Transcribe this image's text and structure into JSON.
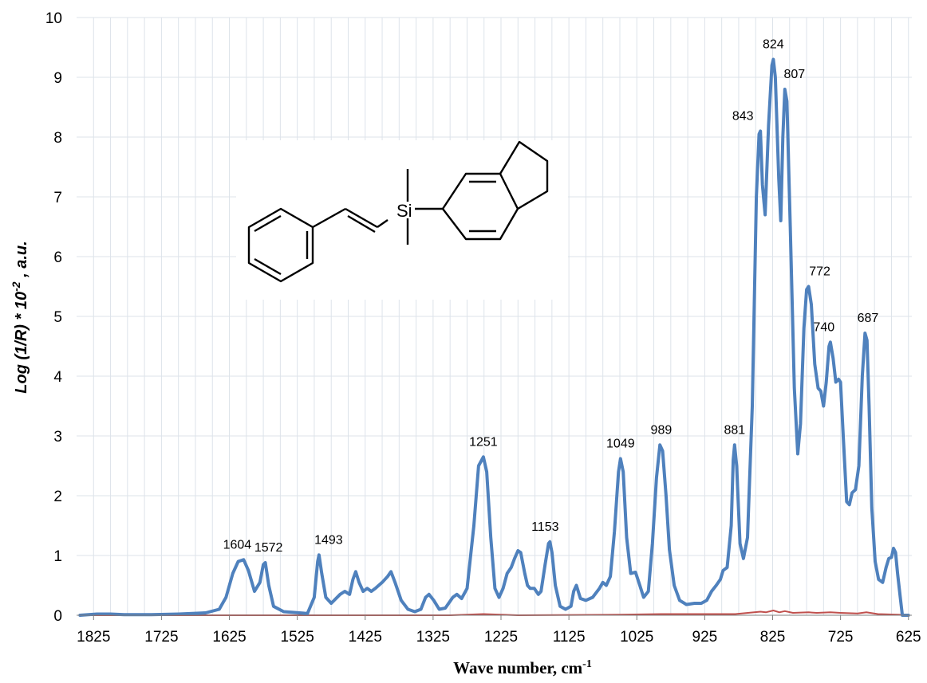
{
  "chart_data": {
    "type": "line",
    "title": "",
    "xlabel": "Wave number, cm",
    "xlabel_superscript": "-1",
    "ylabel": "Log (1/R) * 10",
    "ylabel_superscript": "-2",
    "ylabel_suffix": " , a.u.",
    "xlim": [
      1850,
      620
    ],
    "ylim": [
      0,
      10
    ],
    "x_reversed": true,
    "grid": true,
    "x_ticks": [
      1825,
      1725,
      1625,
      1525,
      1425,
      1325,
      1225,
      1125,
      1025,
      925,
      825,
      725,
      625
    ],
    "y_ticks": [
      0,
      1,
      2,
      3,
      4,
      5,
      6,
      7,
      8,
      9,
      10
    ],
    "colors": {
      "series_main": "#4f81bd",
      "series_baseline": "#c0504d"
    },
    "peak_labels": [
      {
        "text": "1604",
        "x": 1604,
        "y": 0.93
      },
      {
        "text": "1572",
        "x": 1572,
        "y": 0.88
      },
      {
        "text": "1493",
        "x": 1493,
        "y": 1.01
      },
      {
        "text": "1251",
        "x": 1251,
        "y": 2.65
      },
      {
        "text": "1153",
        "x": 1153,
        "y": 1.23
      },
      {
        "text": "1049",
        "x": 1049,
        "y": 2.62
      },
      {
        "text": "989",
        "x": 989,
        "y": 2.85
      },
      {
        "text": "881",
        "x": 881,
        "y": 2.85
      },
      {
        "text": "843",
        "x": 843,
        "y": 8.1
      },
      {
        "text": "824",
        "x": 824,
        "y": 9.3
      },
      {
        "text": "807",
        "x": 807,
        "y": 8.8
      },
      {
        "text": "772",
        "x": 772,
        "y": 5.5
      },
      {
        "text": "740",
        "x": 740,
        "y": 4.57
      },
      {
        "text": "687",
        "x": 687,
        "y": 4.72
      }
    ],
    "series": [
      {
        "points": [
          [
            1845,
            0.0
          ],
          [
            1820,
            0.02
          ],
          [
            1800,
            0.02
          ],
          [
            1780,
            0.01
          ],
          [
            1740,
            0.01
          ],
          [
            1700,
            0.02
          ],
          [
            1660,
            0.04
          ],
          [
            1640,
            0.1
          ],
          [
            1630,
            0.3
          ],
          [
            1620,
            0.7
          ],
          [
            1612,
            0.9
          ],
          [
            1604,
            0.93
          ],
          [
            1597,
            0.75
          ],
          [
            1588,
            0.4
          ],
          [
            1580,
            0.55
          ],
          [
            1575,
            0.85
          ],
          [
            1572,
            0.88
          ],
          [
            1567,
            0.5
          ],
          [
            1560,
            0.15
          ],
          [
            1545,
            0.06
          ],
          [
            1510,
            0.03
          ],
          [
            1500,
            0.3
          ],
          [
            1495,
            0.9
          ],
          [
            1493,
            1.01
          ],
          [
            1489,
            0.7
          ],
          [
            1483,
            0.3
          ],
          [
            1475,
            0.2
          ],
          [
            1462,
            0.35
          ],
          [
            1455,
            0.4
          ],
          [
            1448,
            0.35
          ],
          [
            1443,
            0.6
          ],
          [
            1439,
            0.73
          ],
          [
            1434,
            0.55
          ],
          [
            1428,
            0.4
          ],
          [
            1422,
            0.45
          ],
          [
            1416,
            0.4
          ],
          [
            1410,
            0.45
          ],
          [
            1400,
            0.55
          ],
          [
            1392,
            0.65
          ],
          [
            1387,
            0.73
          ],
          [
            1381,
            0.55
          ],
          [
            1372,
            0.25
          ],
          [
            1362,
            0.1
          ],
          [
            1352,
            0.06
          ],
          [
            1343,
            0.1
          ],
          [
            1336,
            0.3
          ],
          [
            1331,
            0.35
          ],
          [
            1324,
            0.25
          ],
          [
            1316,
            0.1
          ],
          [
            1307,
            0.12
          ],
          [
            1296,
            0.3
          ],
          [
            1290,
            0.35
          ],
          [
            1283,
            0.28
          ],
          [
            1275,
            0.45
          ],
          [
            1265,
            1.5
          ],
          [
            1258,
            2.5
          ],
          [
            1251,
            2.65
          ],
          [
            1246,
            2.4
          ],
          [
            1240,
            1.3
          ],
          [
            1234,
            0.45
          ],
          [
            1228,
            0.3
          ],
          [
            1222,
            0.45
          ],
          [
            1216,
            0.7
          ],
          [
            1210,
            0.8
          ],
          [
            1205,
            0.95
          ],
          [
            1200,
            1.08
          ],
          [
            1196,
            1.05
          ],
          [
            1190,
            0.7
          ],
          [
            1186,
            0.5
          ],
          [
            1182,
            0.45
          ],
          [
            1176,
            0.45
          ],
          [
            1170,
            0.35
          ],
          [
            1166,
            0.4
          ],
          [
            1160,
            0.85
          ],
          [
            1155,
            1.2
          ],
          [
            1153,
            1.23
          ],
          [
            1150,
            1.05
          ],
          [
            1145,
            0.5
          ],
          [
            1138,
            0.15
          ],
          [
            1130,
            0.1
          ],
          [
            1122,
            0.15
          ],
          [
            1118,
            0.4
          ],
          [
            1114,
            0.5
          ],
          [
            1108,
            0.28
          ],
          [
            1100,
            0.25
          ],
          [
            1090,
            0.3
          ],
          [
            1080,
            0.45
          ],
          [
            1075,
            0.55
          ],
          [
            1070,
            0.5
          ],
          [
            1064,
            0.65
          ],
          [
            1058,
            1.4
          ],
          [
            1052,
            2.4
          ],
          [
            1049,
            2.62
          ],
          [
            1045,
            2.4
          ],
          [
            1040,
            1.3
          ],
          [
            1034,
            0.7
          ],
          [
            1027,
            0.72
          ],
          [
            1022,
            0.55
          ],
          [
            1015,
            0.3
          ],
          [
            1008,
            0.4
          ],
          [
            1002,
            1.2
          ],
          [
            996,
            2.3
          ],
          [
            991,
            2.85
          ],
          [
            987,
            2.75
          ],
          [
            982,
            2.0
          ],
          [
            977,
            1.1
          ],
          [
            970,
            0.5
          ],
          [
            962,
            0.25
          ],
          [
            952,
            0.18
          ],
          [
            940,
            0.2
          ],
          [
            930,
            0.2
          ],
          [
            922,
            0.25
          ],
          [
            915,
            0.4
          ],
          [
            908,
            0.5
          ],
          [
            902,
            0.6
          ],
          [
            898,
            0.75
          ],
          [
            892,
            0.8
          ],
          [
            886,
            1.5
          ],
          [
            883,
            2.6
          ],
          [
            881,
            2.85
          ],
          [
            878,
            2.5
          ],
          [
            873,
            1.2
          ],
          [
            868,
            0.95
          ],
          [
            862,
            1.3
          ],
          [
            855,
            3.5
          ],
          [
            849,
            7.0
          ],
          [
            845,
            8.05
          ],
          [
            843,
            8.1
          ],
          [
            840,
            7.2
          ],
          [
            836,
            6.7
          ],
          [
            831,
            8.2
          ],
          [
            826,
            9.2
          ],
          [
            824,
            9.3
          ],
          [
            821,
            9.0
          ],
          [
            816,
            7.3
          ],
          [
            813,
            6.6
          ],
          [
            810,
            8.0
          ],
          [
            807,
            8.8
          ],
          [
            804,
            8.6
          ],
          [
            799,
            6.5
          ],
          [
            793,
            3.8
          ],
          [
            788,
            2.7
          ],
          [
            784,
            3.2
          ],
          [
            779,
            4.8
          ],
          [
            775,
            5.45
          ],
          [
            772,
            5.5
          ],
          [
            768,
            5.2
          ],
          [
            763,
            4.2
          ],
          [
            758,
            3.8
          ],
          [
            754,
            3.75
          ],
          [
            750,
            3.5
          ],
          [
            746,
            3.9
          ],
          [
            742,
            4.5
          ],
          [
            740,
            4.57
          ],
          [
            736,
            4.3
          ],
          [
            732,
            3.9
          ],
          [
            728,
            3.95
          ],
          [
            725,
            3.9
          ],
          [
            721,
            3.0
          ],
          [
            716,
            1.9
          ],
          [
            712,
            1.85
          ],
          [
            708,
            2.05
          ],
          [
            703,
            2.1
          ],
          [
            698,
            2.5
          ],
          [
            693,
            4.0
          ],
          [
            689,
            4.72
          ],
          [
            686,
            4.6
          ],
          [
            683,
            3.5
          ],
          [
            679,
            1.8
          ],
          [
            674,
            0.9
          ],
          [
            669,
            0.6
          ],
          [
            663,
            0.55
          ],
          [
            658,
            0.8
          ],
          [
            654,
            0.95
          ],
          [
            650,
            0.97
          ],
          [
            647,
            1.12
          ],
          [
            644,
            1.05
          ],
          [
            641,
            0.7
          ],
          [
            637,
            0.3
          ],
          [
            634,
            0.0
          ],
          [
            625,
            0.0
          ]
        ]
      },
      {
        "points": [
          [
            1845,
            0.0
          ],
          [
            1700,
            0.0
          ],
          [
            1500,
            0.0
          ],
          [
            1300,
            0.0
          ],
          [
            1251,
            0.02
          ],
          [
            1200,
            0.0
          ],
          [
            1050,
            0.01
          ],
          [
            989,
            0.02
          ],
          [
            900,
            0.02
          ],
          [
            880,
            0.02
          ],
          [
            843,
            0.06
          ],
          [
            835,
            0.05
          ],
          [
            824,
            0.08
          ],
          [
            815,
            0.05
          ],
          [
            807,
            0.07
          ],
          [
            795,
            0.04
          ],
          [
            772,
            0.05
          ],
          [
            760,
            0.04
          ],
          [
            740,
            0.05
          ],
          [
            725,
            0.04
          ],
          [
            700,
            0.03
          ],
          [
            687,
            0.05
          ],
          [
            670,
            0.02
          ],
          [
            640,
            0.01
          ],
          [
            625,
            0.0
          ]
        ]
      }
    ]
  },
  "inset": {
    "atom_label": "Si"
  }
}
